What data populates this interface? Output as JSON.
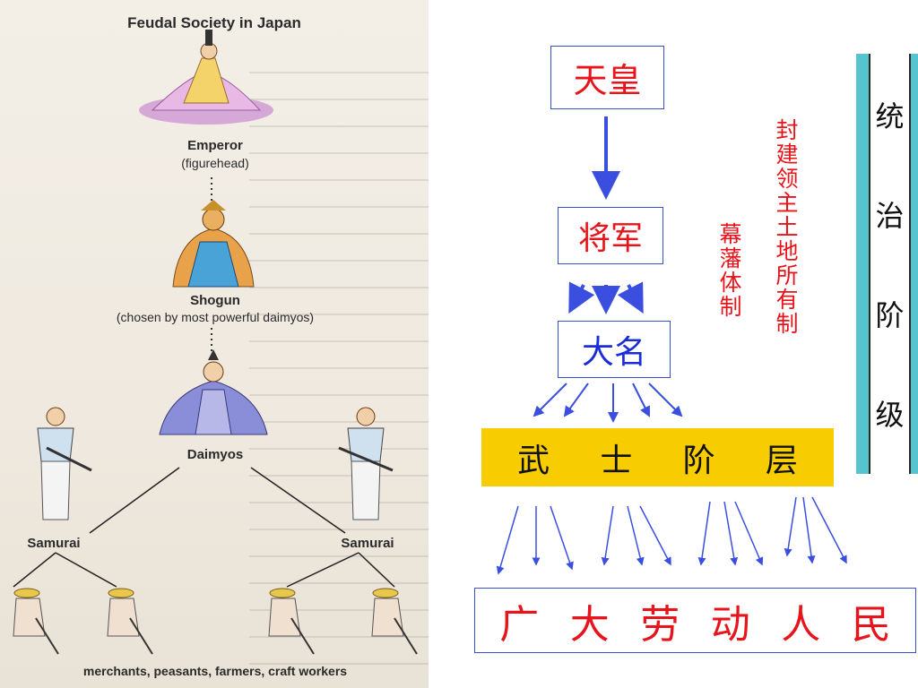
{
  "left_panel": {
    "title": "Feudal Society in Japan",
    "emperor": {
      "label": "Emperor",
      "sub": "(figurehead)"
    },
    "shogun": {
      "label": "Shogun",
      "sub": "(chosen by most powerful daimyos)"
    },
    "daimyos": {
      "label": "Daimyos"
    },
    "samurai_left": {
      "label": "Samurai"
    },
    "samurai_right": {
      "label": "Samurai"
    },
    "commoners": {
      "label": "merchants, peasants, farmers, craft workers"
    }
  },
  "diagram": {
    "emperor": "天皇",
    "shogun": "将军",
    "daimyo": "大名",
    "samurai_class": [
      "武",
      "士",
      "阶",
      "层"
    ],
    "laboring_people": [
      "广",
      "大",
      "劳",
      "动",
      "人",
      "民"
    ],
    "label_feudal_land": "封建领主土地所有制",
    "label_shogunate": "幕藩体制",
    "ruling_class": [
      "统",
      "治",
      "阶",
      "级"
    ]
  },
  "colors": {
    "red_text": "#e8141b",
    "blue_text": "#1a2dd6",
    "arrow_blue": "#3a4fe0",
    "samurai_bar": "#f7cc00",
    "ruling_bar": "#55c4cf"
  }
}
